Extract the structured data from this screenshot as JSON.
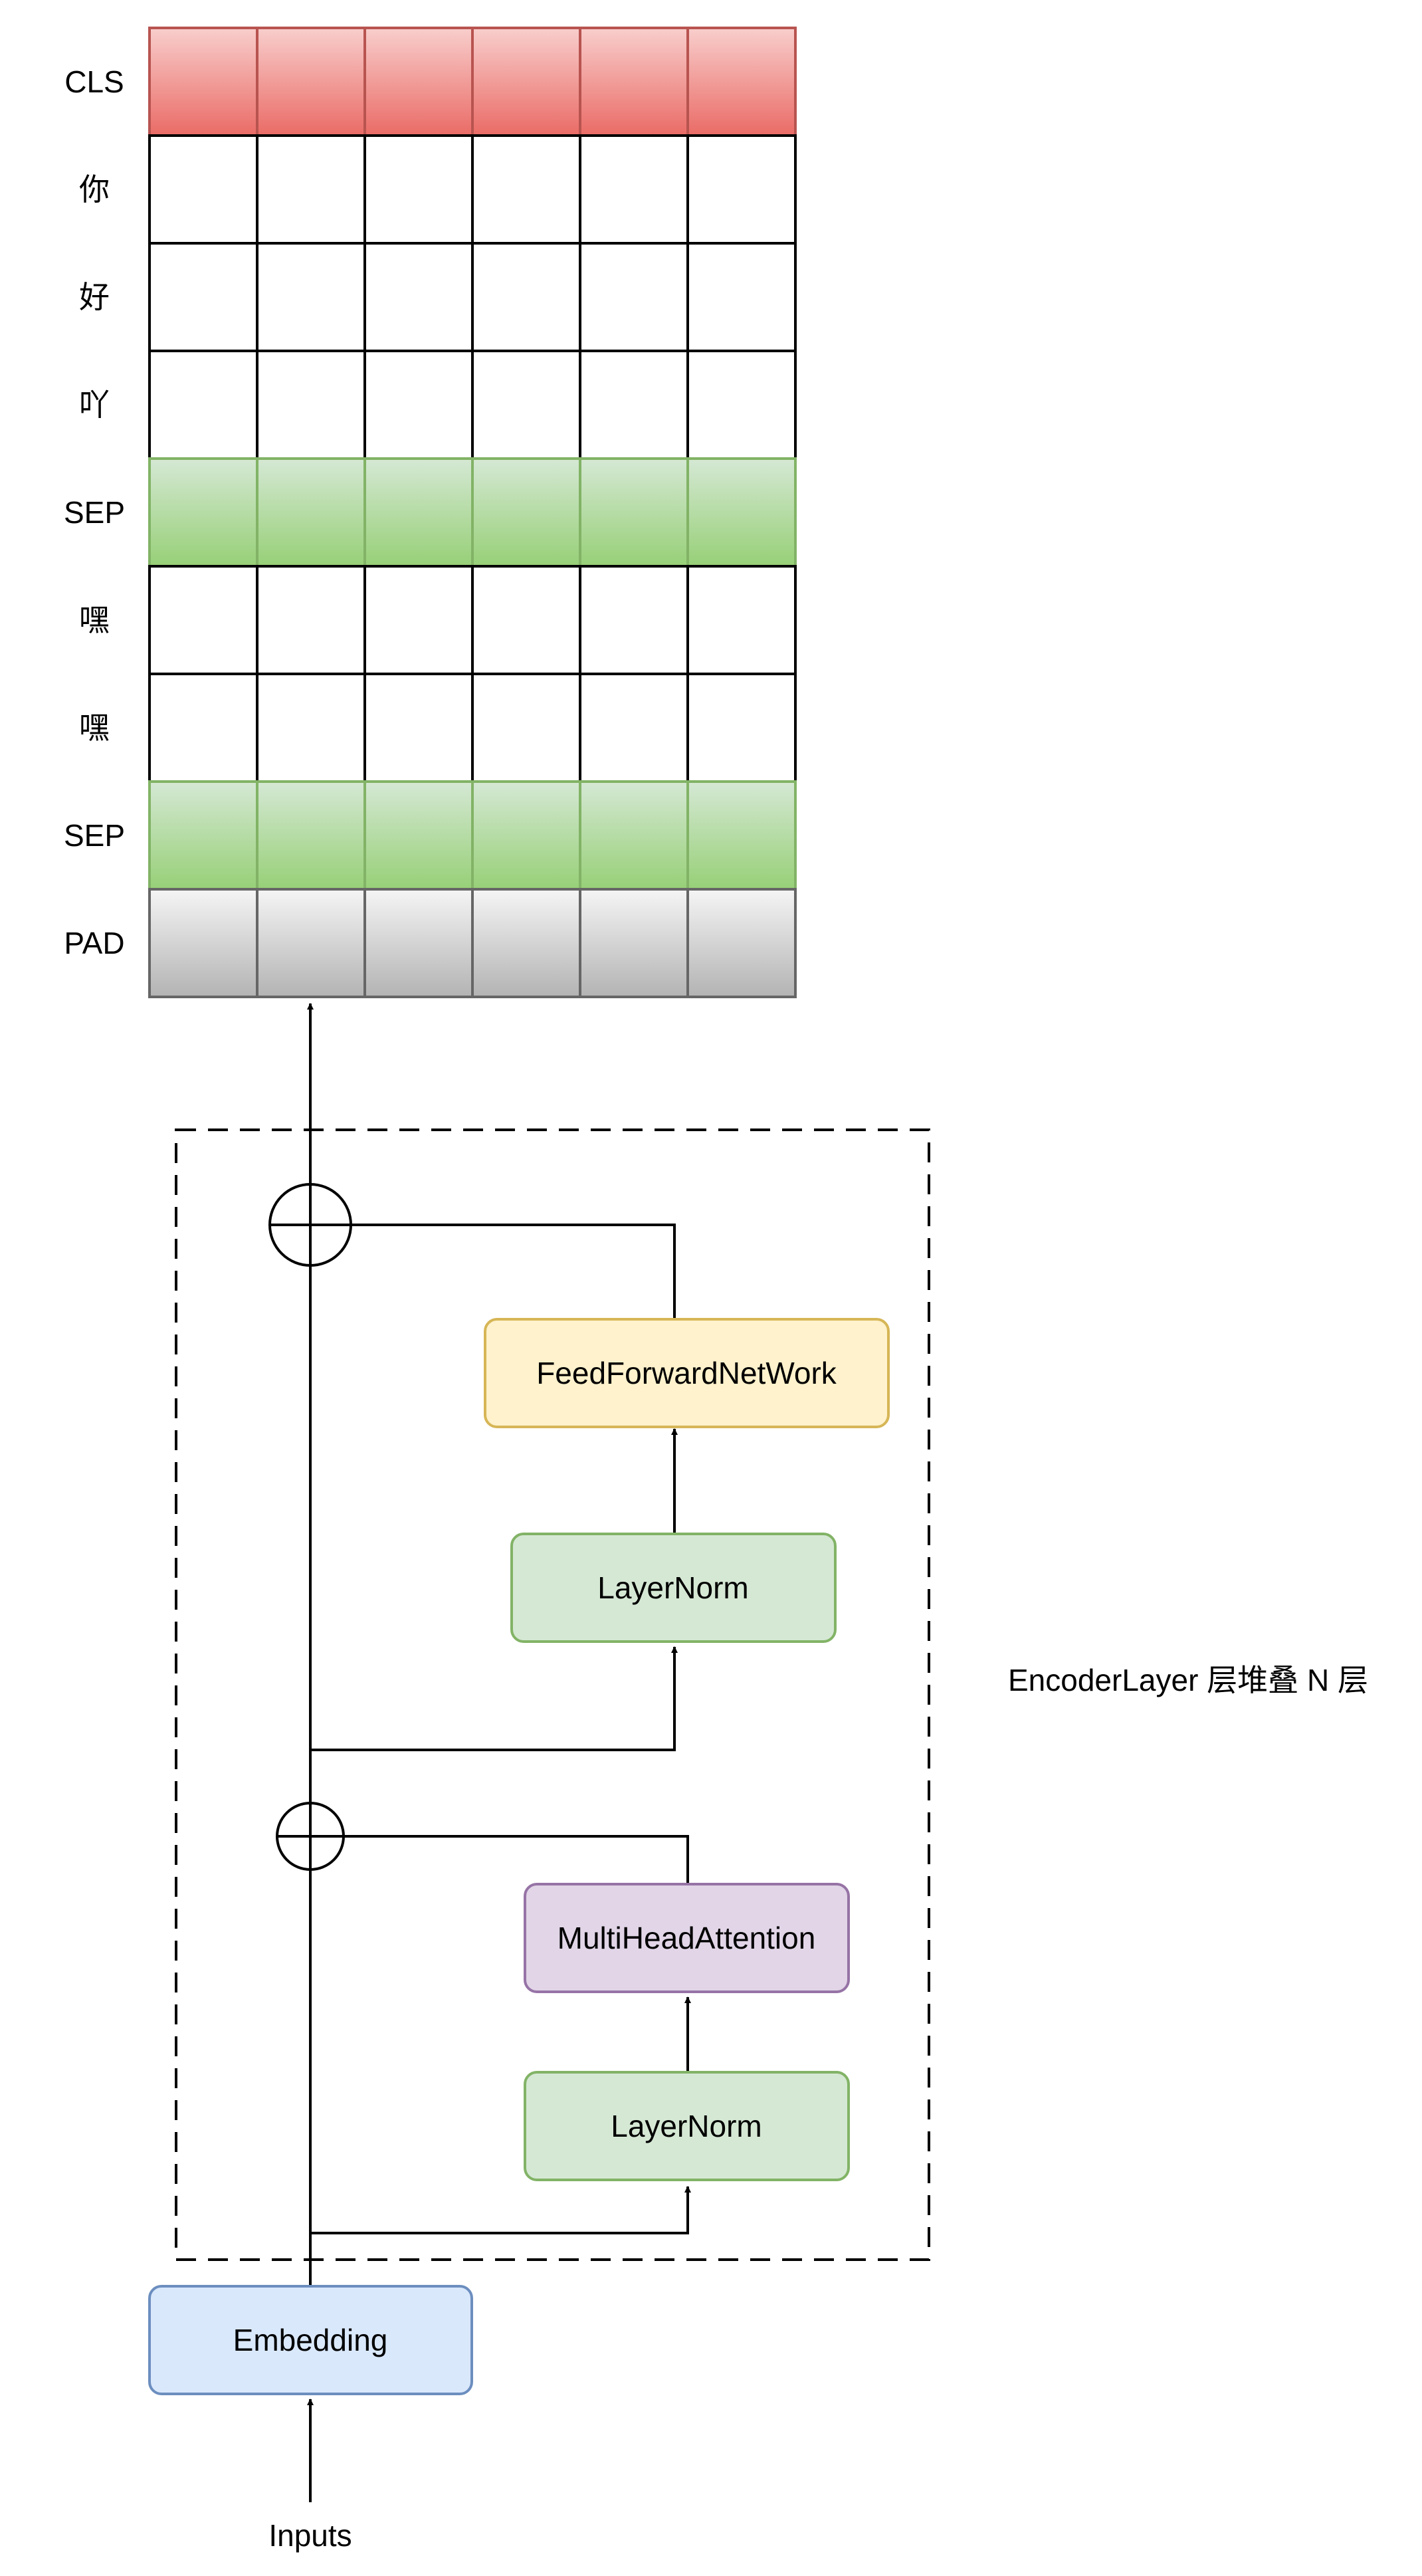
{
  "tokens": [
    {
      "label": "CLS",
      "type": "cls"
    },
    {
      "label": "你",
      "type": "plain"
    },
    {
      "label": "好",
      "type": "plain"
    },
    {
      "label": "吖",
      "type": "plain"
    },
    {
      "label": "SEP",
      "type": "sep"
    },
    {
      "label": "嘿",
      "type": "plain"
    },
    {
      "label": "嘿",
      "type": "plain"
    },
    {
      "label": "SEP",
      "type": "sep"
    },
    {
      "label": "PAD",
      "type": "pad"
    }
  ],
  "columns_per_row": 6,
  "blocks": {
    "ffn": {
      "label": "FeedForwardNetWork",
      "fill": "#fff2cc",
      "stroke": "#d6b656"
    },
    "norm2": {
      "label": "LayerNorm",
      "fill": "#d5e8d4",
      "stroke": "#82b366"
    },
    "mha": {
      "label": "MultiHeadAttention",
      "fill": "#e1d5e7",
      "stroke": "#9673a6"
    },
    "norm1": {
      "label": "LayerNorm",
      "fill": "#d5e8d4",
      "stroke": "#82b366"
    },
    "embedding": {
      "label": "Embedding",
      "fill": "#dae8fc",
      "stroke": "#6c8ebf"
    }
  },
  "encoder_label": "EncoderLayer 层堆叠 N 层",
  "inputs_label": "Inputs",
  "colors": {
    "cls_top": "#f8cecc",
    "cls_bottom": "#ea6b66",
    "cls_stroke": "#b85450",
    "sep_top": "#d5e8d4",
    "sep_bottom": "#97d077",
    "sep_stroke": "#82b366",
    "pad_top": "#f5f5f5",
    "pad_bottom": "#b3b3b3",
    "pad_stroke": "#666666"
  }
}
